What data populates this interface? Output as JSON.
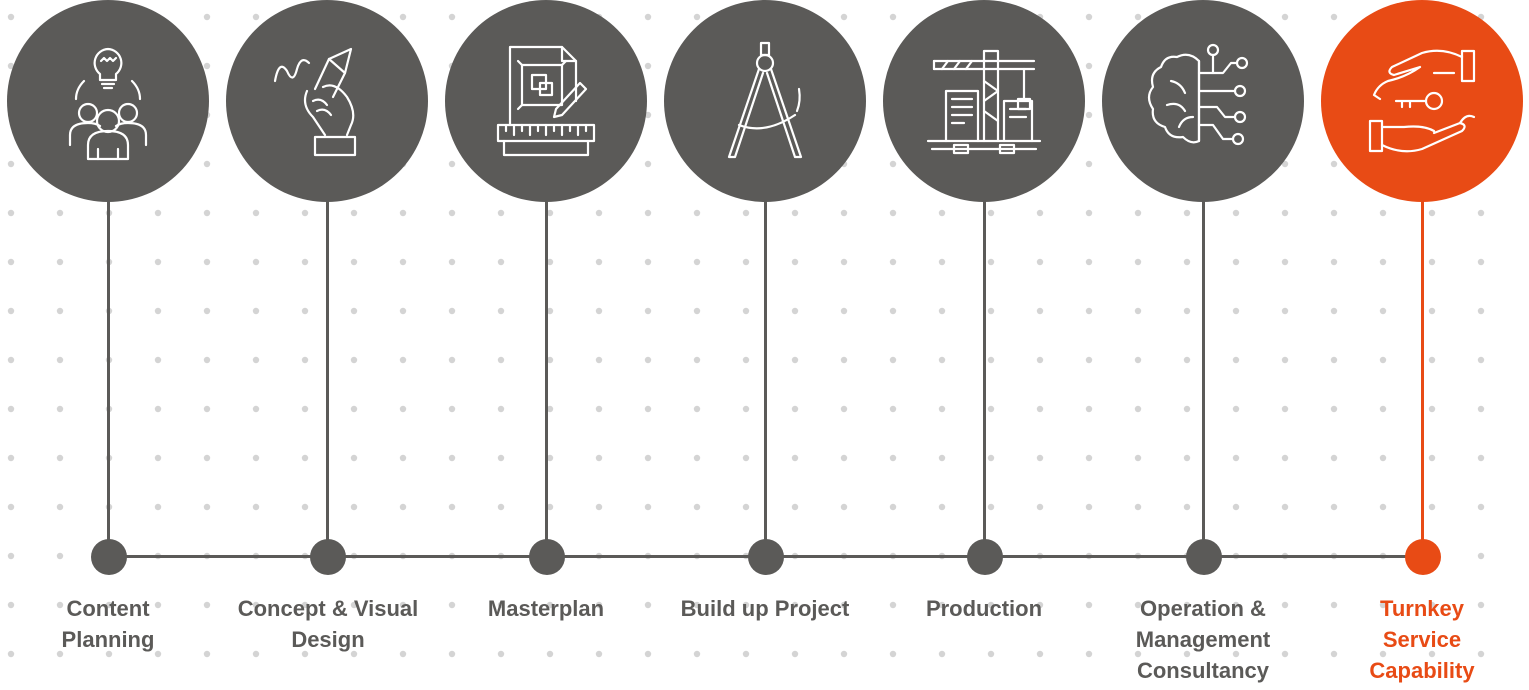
{
  "colors": {
    "step": "#5b5a58",
    "active": "#e84b15",
    "dots": "#d4d4d4"
  },
  "steps": [
    {
      "label_lines": [
        "Content",
        "Planning"
      ],
      "icon": "team-lightbulb-icon",
      "active": false
    },
    {
      "label_lines": [
        "Concept & Visual",
        "Design"
      ],
      "icon": "hand-pen-icon",
      "active": false
    },
    {
      "label_lines": [
        "Masterplan"
      ],
      "icon": "blueprint-ruler-icon",
      "active": false
    },
    {
      "label_lines": [
        "Build up Project"
      ],
      "icon": "drafting-compass-icon",
      "active": false
    },
    {
      "label_lines": [
        "Production"
      ],
      "icon": "construction-crane-icon",
      "active": false
    },
    {
      "label_lines": [
        "Operation &",
        "Management",
        "Consultancy"
      ],
      "icon": "brain-circuit-icon",
      "active": false
    },
    {
      "label_lines": [
        "Turnkey",
        "Service",
        "Capability"
      ],
      "icon": "hands-key-icon",
      "active": true
    }
  ]
}
